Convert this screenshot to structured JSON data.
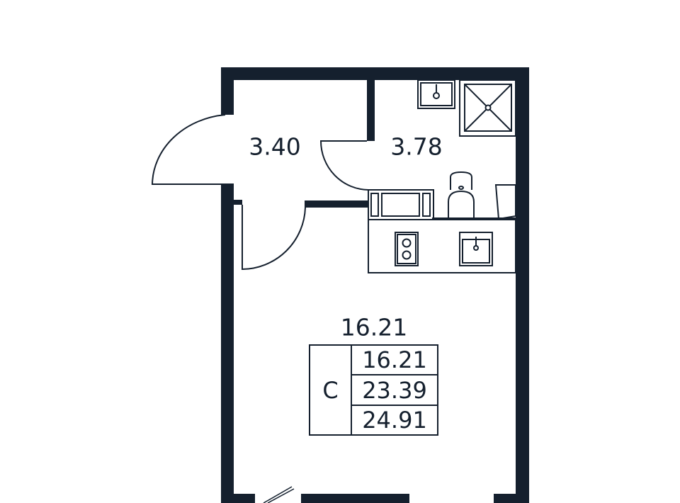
{
  "rooms": {
    "hall_area": "3.40",
    "bathroom_area": "3.78",
    "living_area": "16.21"
  },
  "summary_table": {
    "type_label": "C",
    "living_area": "16.21",
    "total_area": "23.39",
    "total_with_balcony": "24.91"
  },
  "colors": {
    "wall": "#15202e",
    "background": "#ffffff"
  }
}
